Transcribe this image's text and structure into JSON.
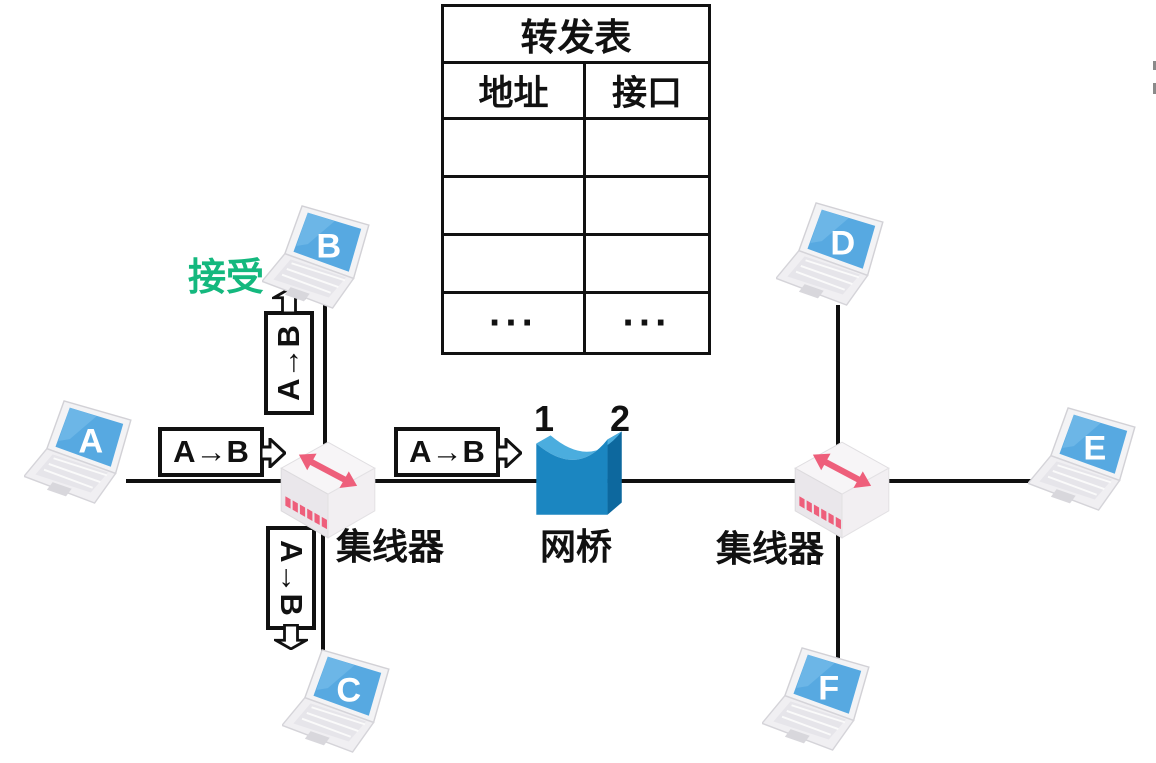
{
  "forwarding_table": {
    "title": "转发表",
    "columns": [
      "地址",
      "接口"
    ],
    "rows": [
      [
        "",
        ""
      ],
      [
        "",
        ""
      ],
      [
        "",
        ""
      ],
      [
        "···",
        "···"
      ]
    ]
  },
  "nodes": {
    "a": {
      "label": "A"
    },
    "b": {
      "label": "B"
    },
    "c": {
      "label": "C"
    },
    "d": {
      "label": "D"
    },
    "e": {
      "label": "E"
    },
    "f": {
      "label": "F"
    }
  },
  "devices": {
    "hub1": {
      "label": "集线器"
    },
    "bridge": {
      "label": "网桥",
      "port1": "1",
      "port2": "2"
    },
    "hub2": {
      "label": "集线器"
    }
  },
  "frames": {
    "a_to_hub": {
      "label": "A→B"
    },
    "hub_to_bridge": {
      "label": "A→B"
    },
    "hub_to_b": {
      "label": "A→B"
    },
    "hub_to_c": {
      "label": "A→B"
    }
  },
  "annotations": {
    "receive": "接受"
  },
  "colors": {
    "accent_green": "#14b87e",
    "laptop_screen_blue": "#57a9e1",
    "hub_pink": "#ee5f7b",
    "bridge_front_blue": "#1b86c1",
    "wire_black": "#101010"
  }
}
